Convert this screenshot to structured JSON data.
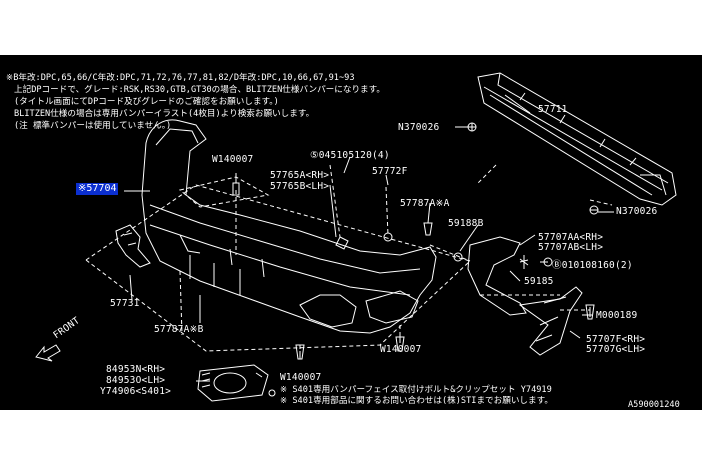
{
  "notes": [
    "※B年改:DPC,65,66/C年改:DPC,71,72,76,77,81,82/D年改:DPC,10,66,67,91~93",
    "上記DPコードで、グレード:RSK,RS30,GTB,GT30の場合、BLITZEN仕様バンパーになります。",
    "(タイトル画面にてDPコード及びグレードのご確認をお願いします。)",
    "BLITZEN仕様の場合は専用バンパーイラスト(4枚目)より検索お願いします。",
    "(注 標準バンパーは使用していません。)"
  ],
  "labels": {
    "part_57711": "57711",
    "part_n370026_a": "N370026",
    "part_n370026_b": "N370026",
    "part_57704": "※57704",
    "part_w140007_a": "W140007",
    "part_045105120": "⑤045105120(4)",
    "part_57765a": "57765A<RH>",
    "part_57765b": "57765B<LH>",
    "part_57772f": "57772F",
    "part_57787a_a": "57787A※A",
    "part_59188b": "59188B",
    "part_57707aa": "57707AA<RH>",
    "part_57707ab": "57707AB<LH>",
    "part_010108160": "Ⓑ010108160(2)",
    "part_59185": "59185",
    "part_m000189": "M000189",
    "part_57707f": "57707F<RH>",
    "part_57707g": "57707G<LH>",
    "part_57731": "57731",
    "part_57787a_b": "57787A※B",
    "part_w140007_b": "W140007",
    "part_w140007_c": "W140007",
    "part_84953n": "84953N<RH>",
    "part_84953o": "84953O<LH>",
    "part_y74906": "Y74906<S401>",
    "front": "FRONT",
    "footnote_1": "※ S401専用バンパーフェイス取付けボルト&クリップセット Y74919",
    "footnote_2": "※ S401専用部品に関するお問い合わせは(株)STIまでお願いします。",
    "diagram_id": "A590001240"
  },
  "colors": {
    "background": "#000000",
    "line": "#ffffff",
    "highlight": "#0b2fd0"
  }
}
